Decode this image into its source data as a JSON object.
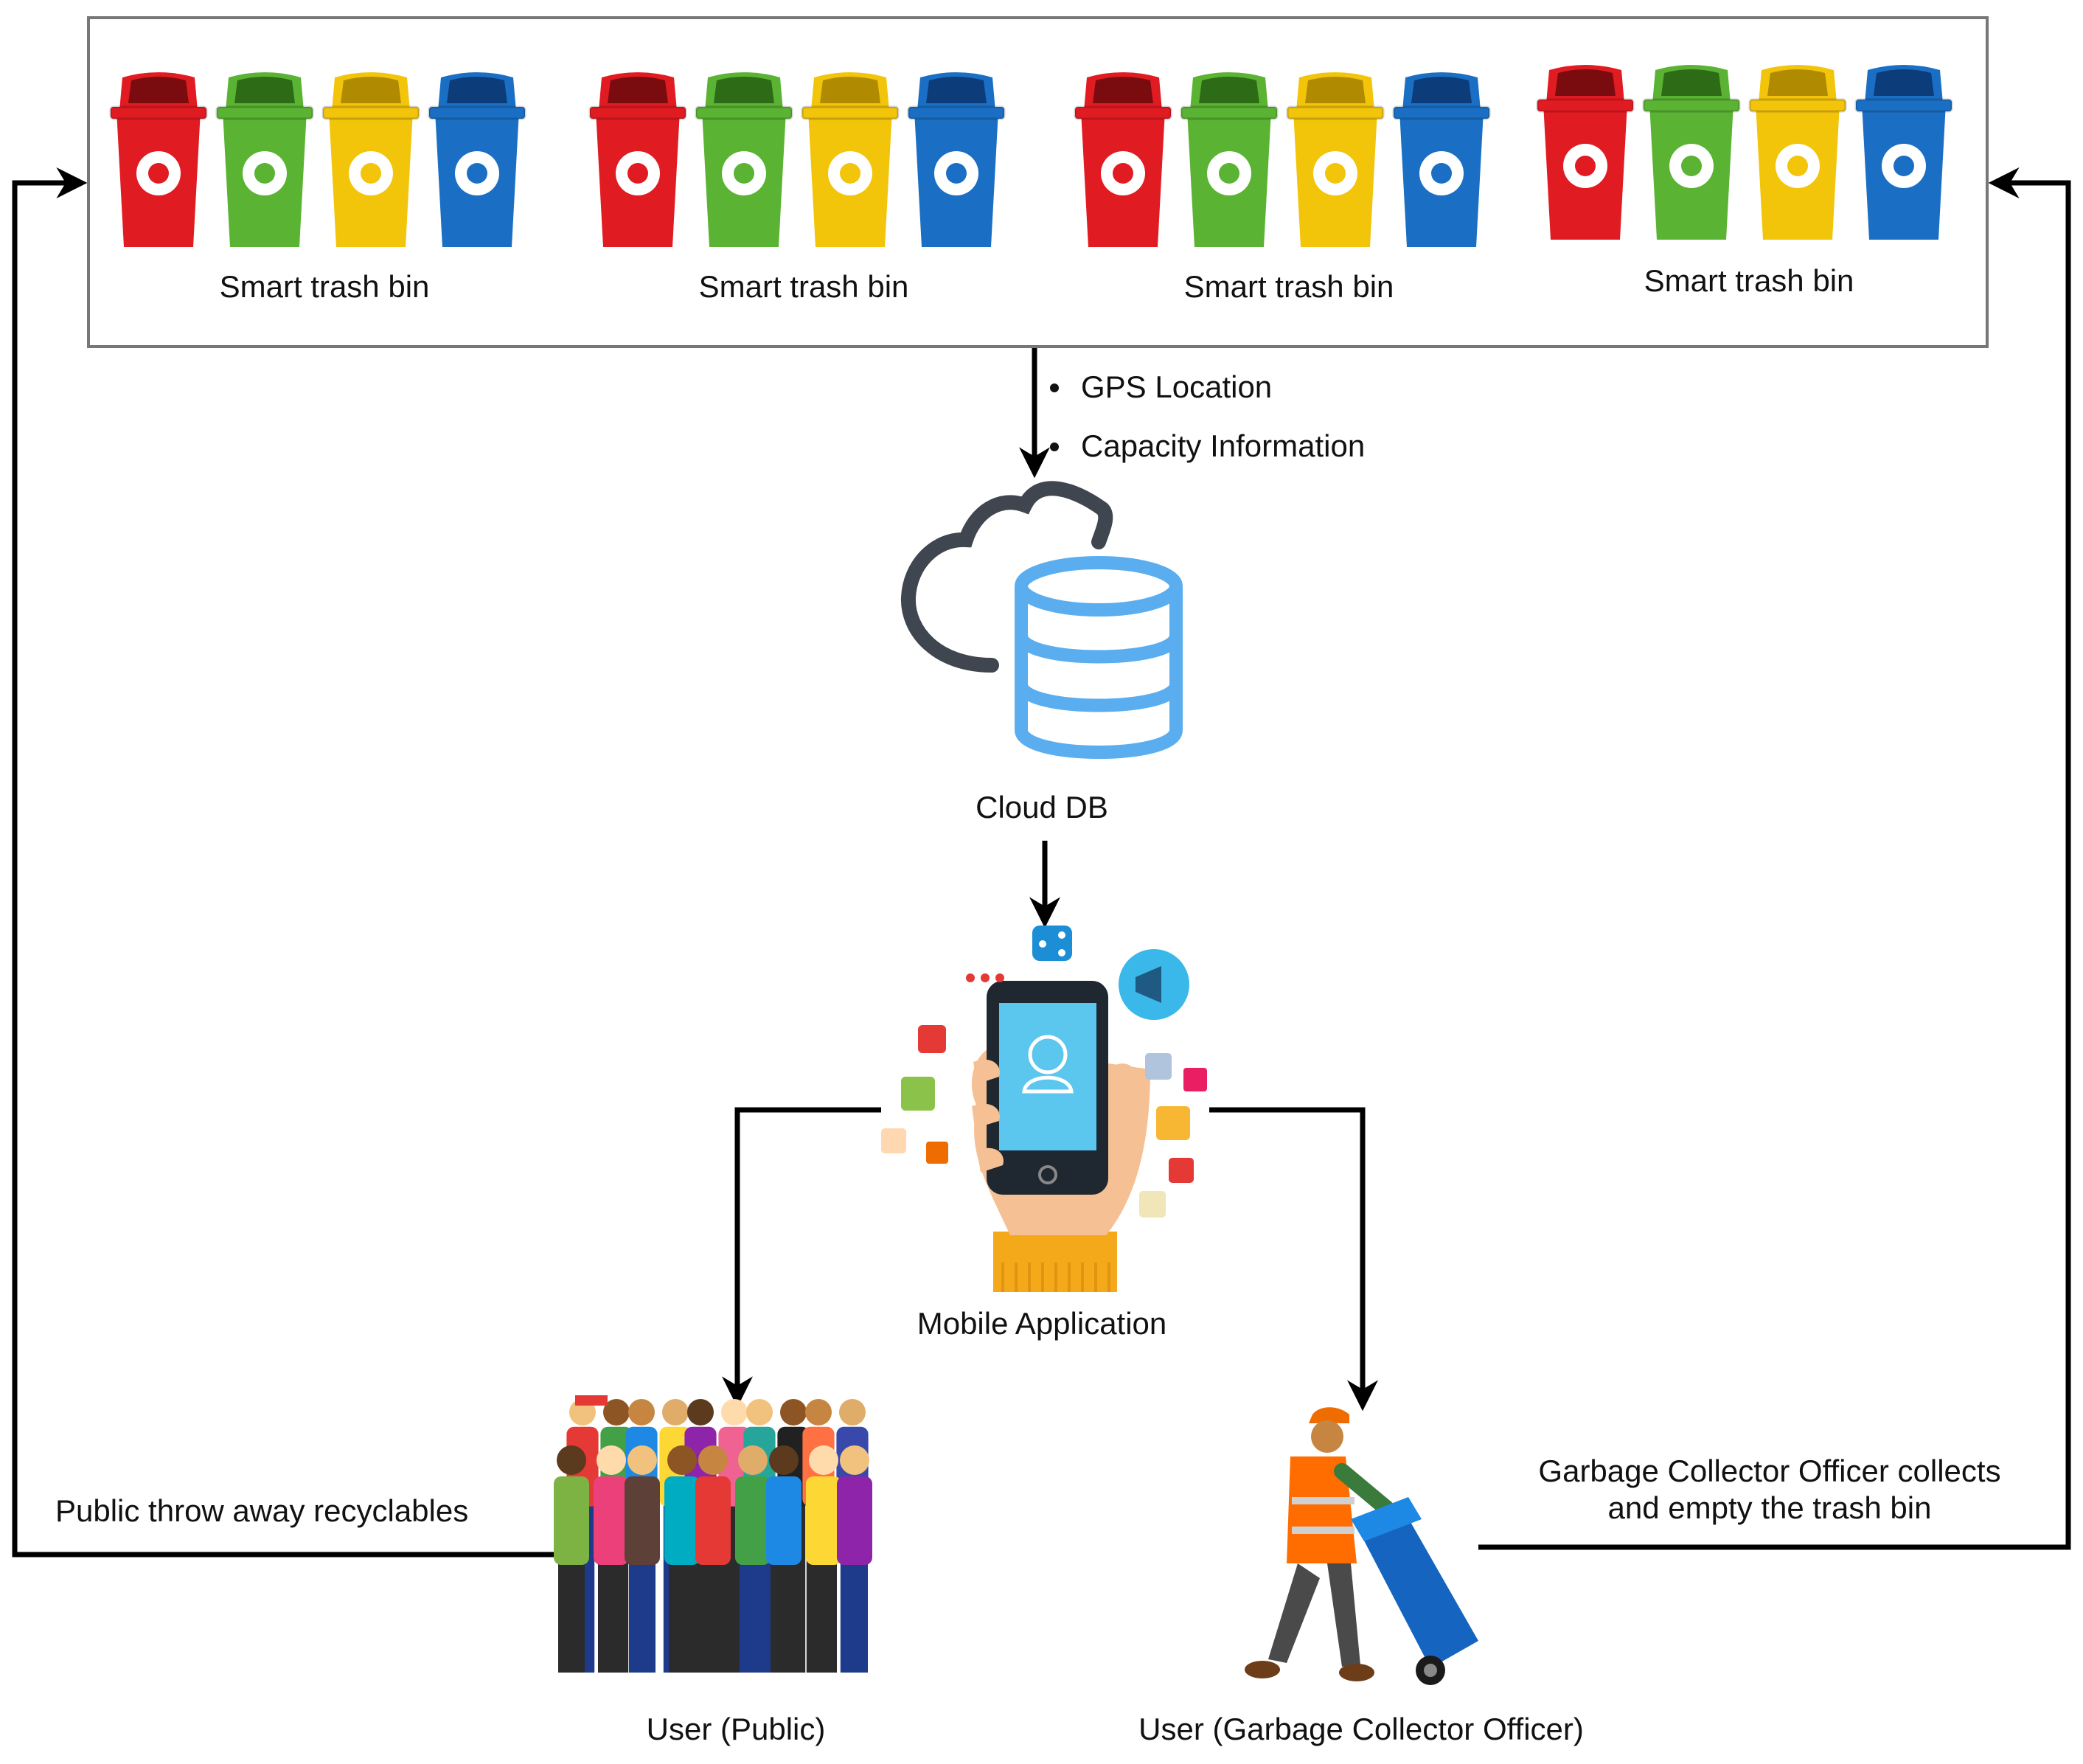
{
  "bins": {
    "group_label": "Smart trash bin",
    "colors": [
      "#e11b22",
      "#5ab332",
      "#f2c40a",
      "#1a6fc4"
    ],
    "lid_colors": [
      "#7a0c10",
      "#2d6b16",
      "#b08a00",
      "#0c3c7a"
    ]
  },
  "arrow_info": {
    "items": [
      "GPS Location",
      "Capacity Information"
    ]
  },
  "cloud": {
    "label": "Cloud DB",
    "cloud_color": "#3f4650",
    "db_color": "#5aaef0"
  },
  "mobile": {
    "label": "Mobile Application",
    "icons": [
      "share-bubble-icon",
      "megaphone-bubble-icon",
      "heart-icon",
      "location-pin-icon",
      "music-note-icon",
      "camera-icon",
      "cart-icon",
      "play-icon",
      "image-icon",
      "photo-icon"
    ]
  },
  "public_user": {
    "label": "User (Public)",
    "action": "Public throw away recyclables"
  },
  "collector_user": {
    "label": "User (Garbage Collector Officer)",
    "action_line1": "Garbage Collector Officer collects",
    "action_line2": "and empty the trash bin"
  }
}
